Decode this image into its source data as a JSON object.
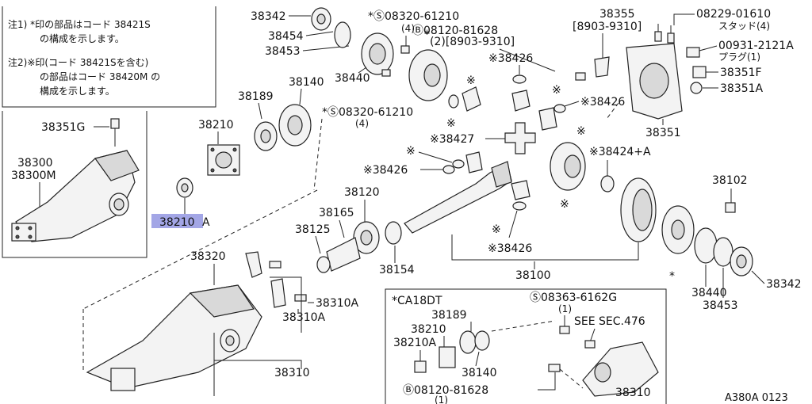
{
  "notes": {
    "line1a": "注1) *印の部品はコード 38421S",
    "line1b": "の構成を示します。",
    "line2a": "注2)※印(コード 38421Sを含む)",
    "line2b": "の部品はコード 38420M の",
    "line2c": "構成を示します。"
  },
  "labels": {
    "p38342_top": "38342",
    "p38454": "38454",
    "p38453_top": "38453",
    "p38440_top": "38440",
    "s08320_top": "*Ⓢ08320-61210",
    "s08320_top_qty": "(4)",
    "b08120_top": "Ⓑ08120-81628",
    "b08120_top_qty": "(2)[8903-9310]",
    "p38355": "38355",
    "p38355_date": "[8903-9310]",
    "p08229": "08229-01610",
    "p08229_sub": "スタッド(4)",
    "p00931": "00931-2121A",
    "p00931_sub": "プラグ(1)",
    "p38351F": "38351F",
    "p38351A": "38351A",
    "p38351": "38351",
    "p38426_a": "※38426",
    "p38426_b": "※38426",
    "p38426_c": "※38426",
    "p38426_d": "※38426",
    "p38427": "※38427",
    "p38424": "※38424+A",
    "p38140": "38140",
    "p38189": "38189",
    "s08320_mid": "*Ⓢ08320-61210",
    "s08320_mid_qty": "(4)",
    "p38210": "38210",
    "p38351G": "38351G",
    "p38300": "38300",
    "p38300M": "38300M",
    "p38210A_hl": "38210",
    "p38210A_suffix": "A",
    "p38120": "38120",
    "p38165": "38165",
    "p38125": "38125",
    "p38154": "38154",
    "p38100": "38100",
    "p38102": "38102",
    "p38440_r": "38440",
    "p38453_r": "38453",
    "p38342_r": "38342",
    "p38320": "38320",
    "p38310A_a": "38310A",
    "p38310A_b": "38310A",
    "p38310": "38310",
    "inset_title": "*CA18DT",
    "s08363": "Ⓢ08363-6162G",
    "s08363_qty": "(1)",
    "inset_38189": "38189",
    "inset_38210": "38210",
    "inset_38210A": "38210A",
    "inset_38140": "38140",
    "see_sec": "SEE SEC.476",
    "b08120_bot": "Ⓑ08120-81628",
    "b08120_bot_qty": "(1)",
    "inset_38310": "38310",
    "ref_code": "A380A 0123",
    "mark_star_a": "*",
    "mark_star_b": "*",
    "mark_kome_1": "※",
    "mark_kome_2": "※",
    "mark_kome_3": "※",
    "mark_kome_4": "※",
    "mark_kome_5": "※",
    "mark_kome_6": "※"
  },
  "colors": {
    "highlight": "#a3a6e6",
    "line": "#222222",
    "background": "#ffffff"
  }
}
